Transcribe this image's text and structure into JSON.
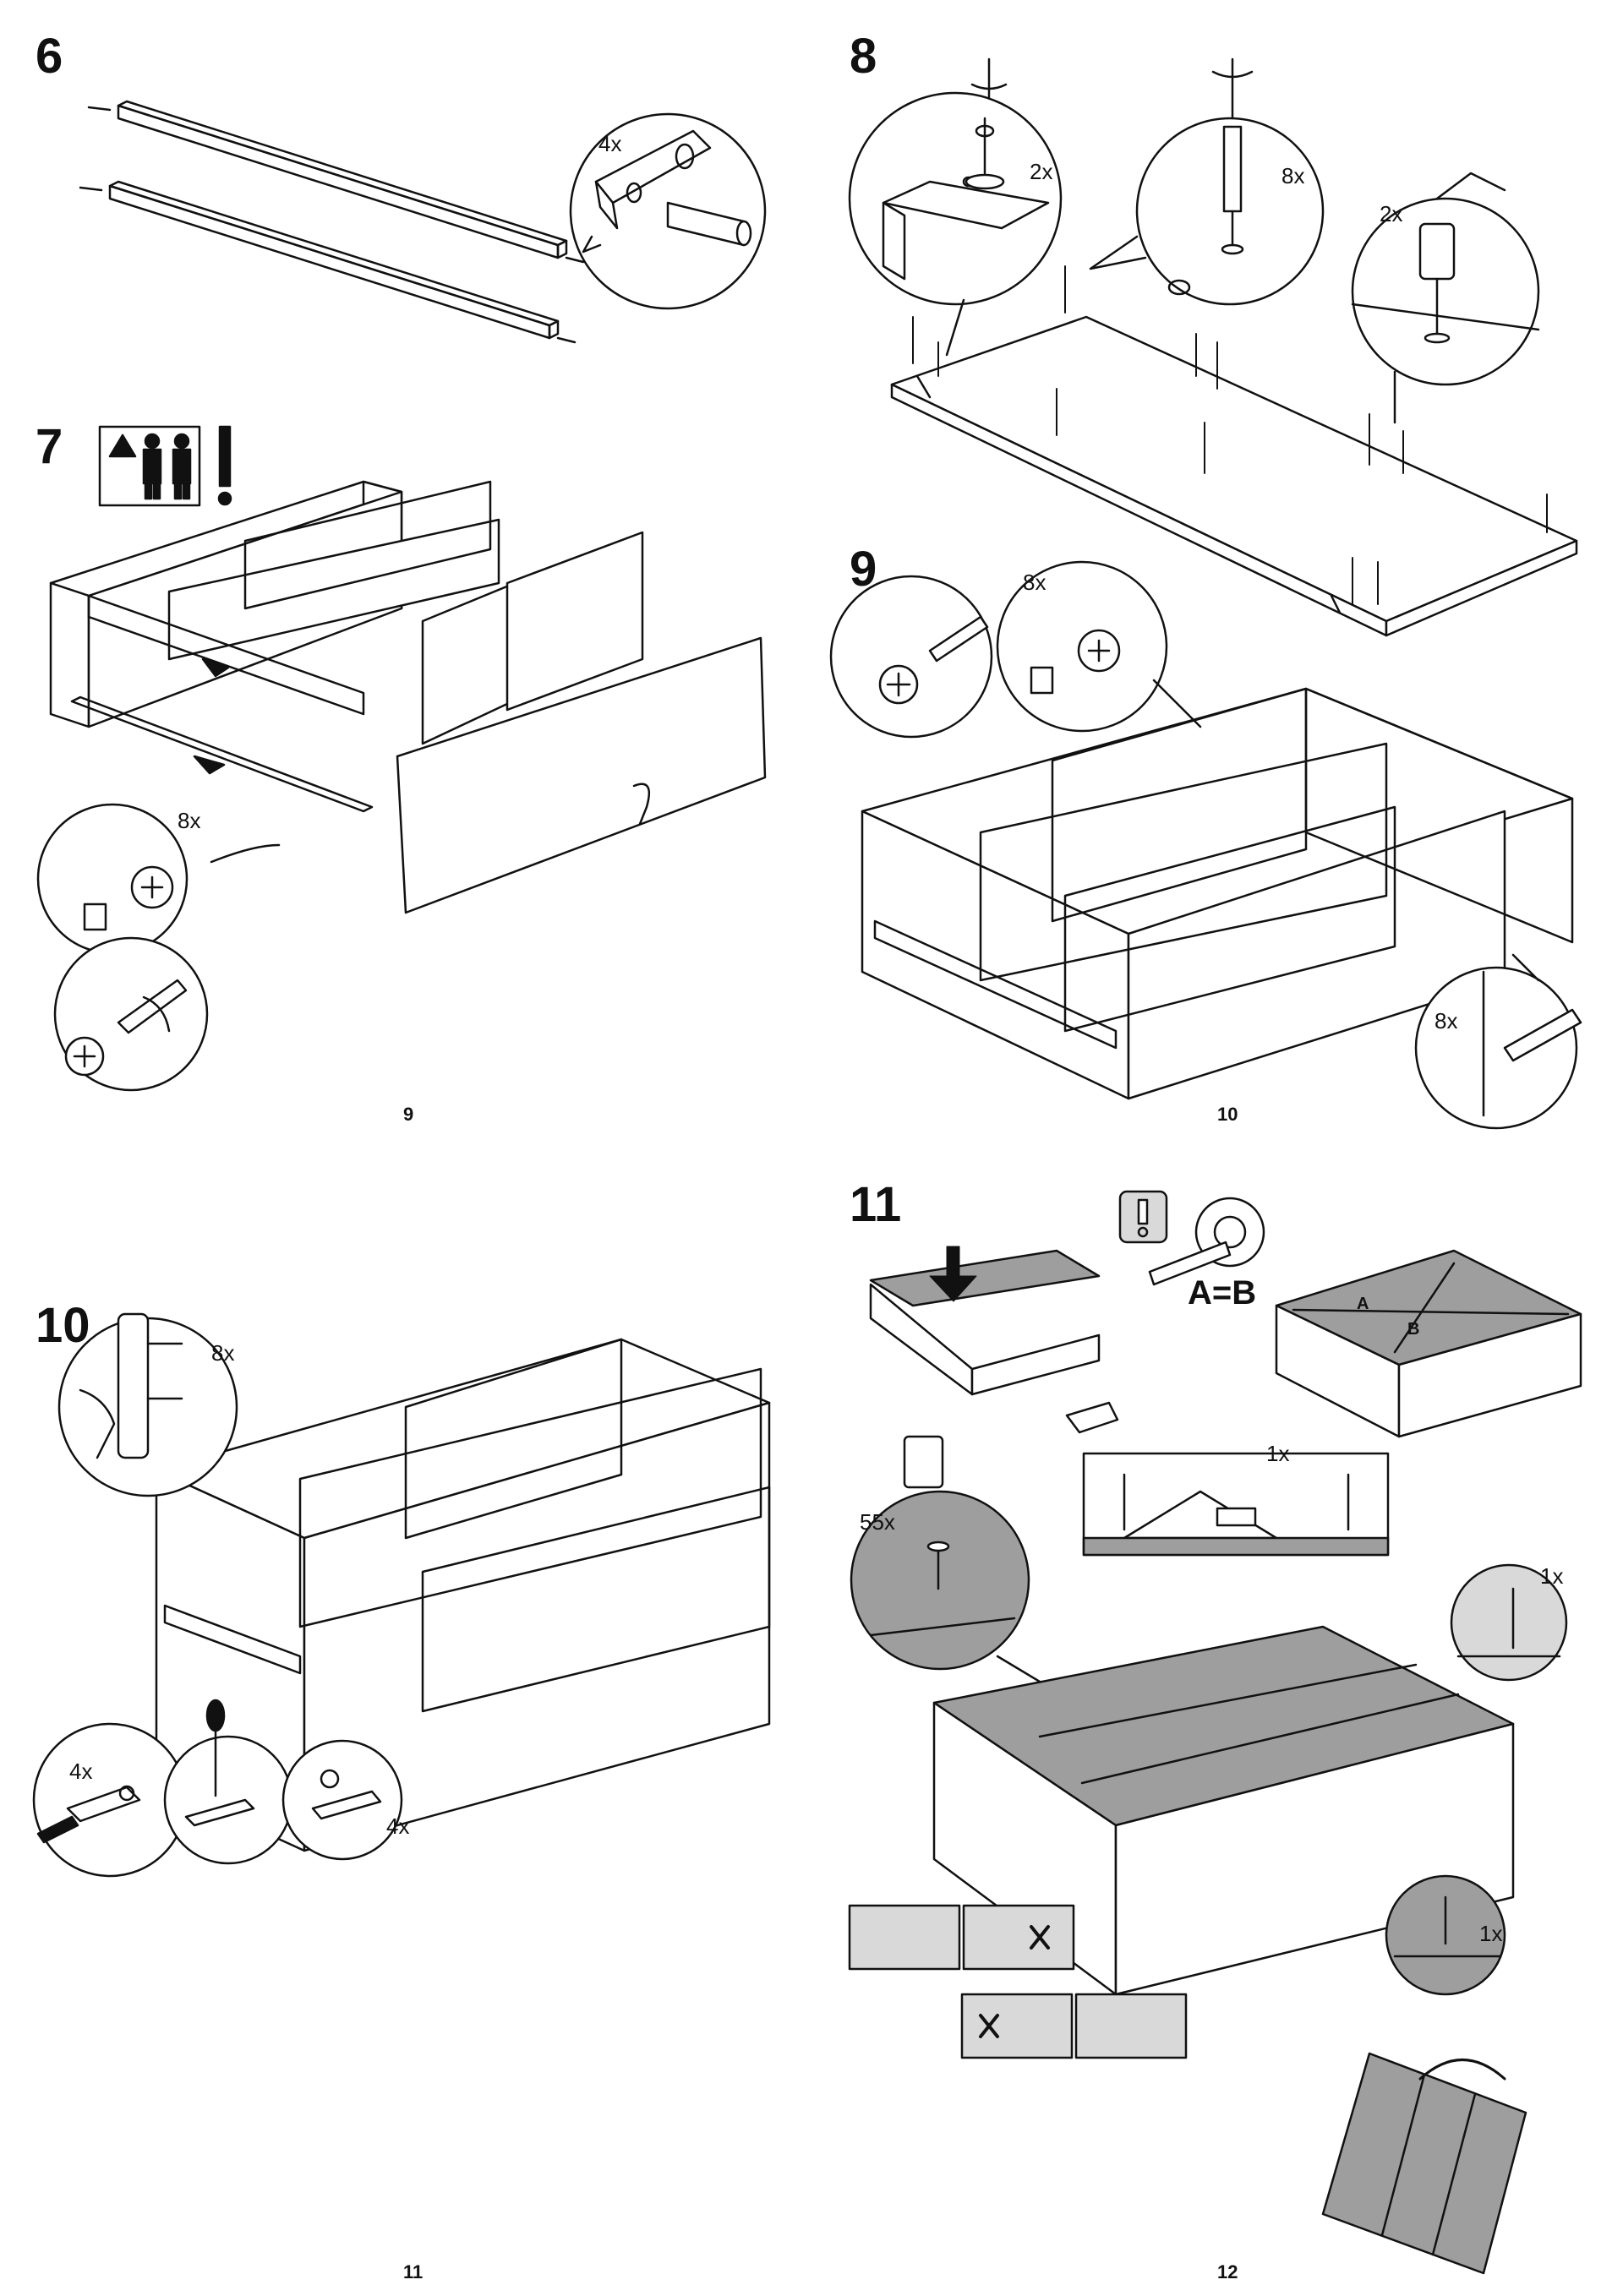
{
  "steps": {
    "s6": {
      "number": "6",
      "qty": "4x"
    },
    "s7": {
      "number": "7",
      "qty": "8x"
    },
    "s8": {
      "number": "8",
      "qty_bracket": "2x",
      "qty_screw": "8x",
      "qty_pin": "2x"
    },
    "s9": {
      "number": "9",
      "qty_cam": "8x",
      "qty_dowel": "8x"
    },
    "s10": {
      "number": "10",
      "qty_bolt": "8x",
      "qty_left": "4x",
      "qty_right": "4x"
    },
    "s11": {
      "number": "11",
      "formula": "A=B",
      "label_a": "A",
      "label_b": "B",
      "qty_nails": "55x",
      "qty_top": "1x",
      "qty_corner": "1x",
      "qty_bottom": "1x"
    }
  },
  "page_numbers": [
    "9",
    "10",
    "11",
    "12"
  ],
  "colors": {
    "line": "#111111",
    "panel_gray": "#9e9e9e",
    "light_gray": "#d9d9d9"
  },
  "icons": [
    "two-person-icon",
    "warning-exclamation-icon",
    "attention-icon",
    "tape-measure-icon",
    "hammer-icon",
    "screwdriver-icon"
  ]
}
